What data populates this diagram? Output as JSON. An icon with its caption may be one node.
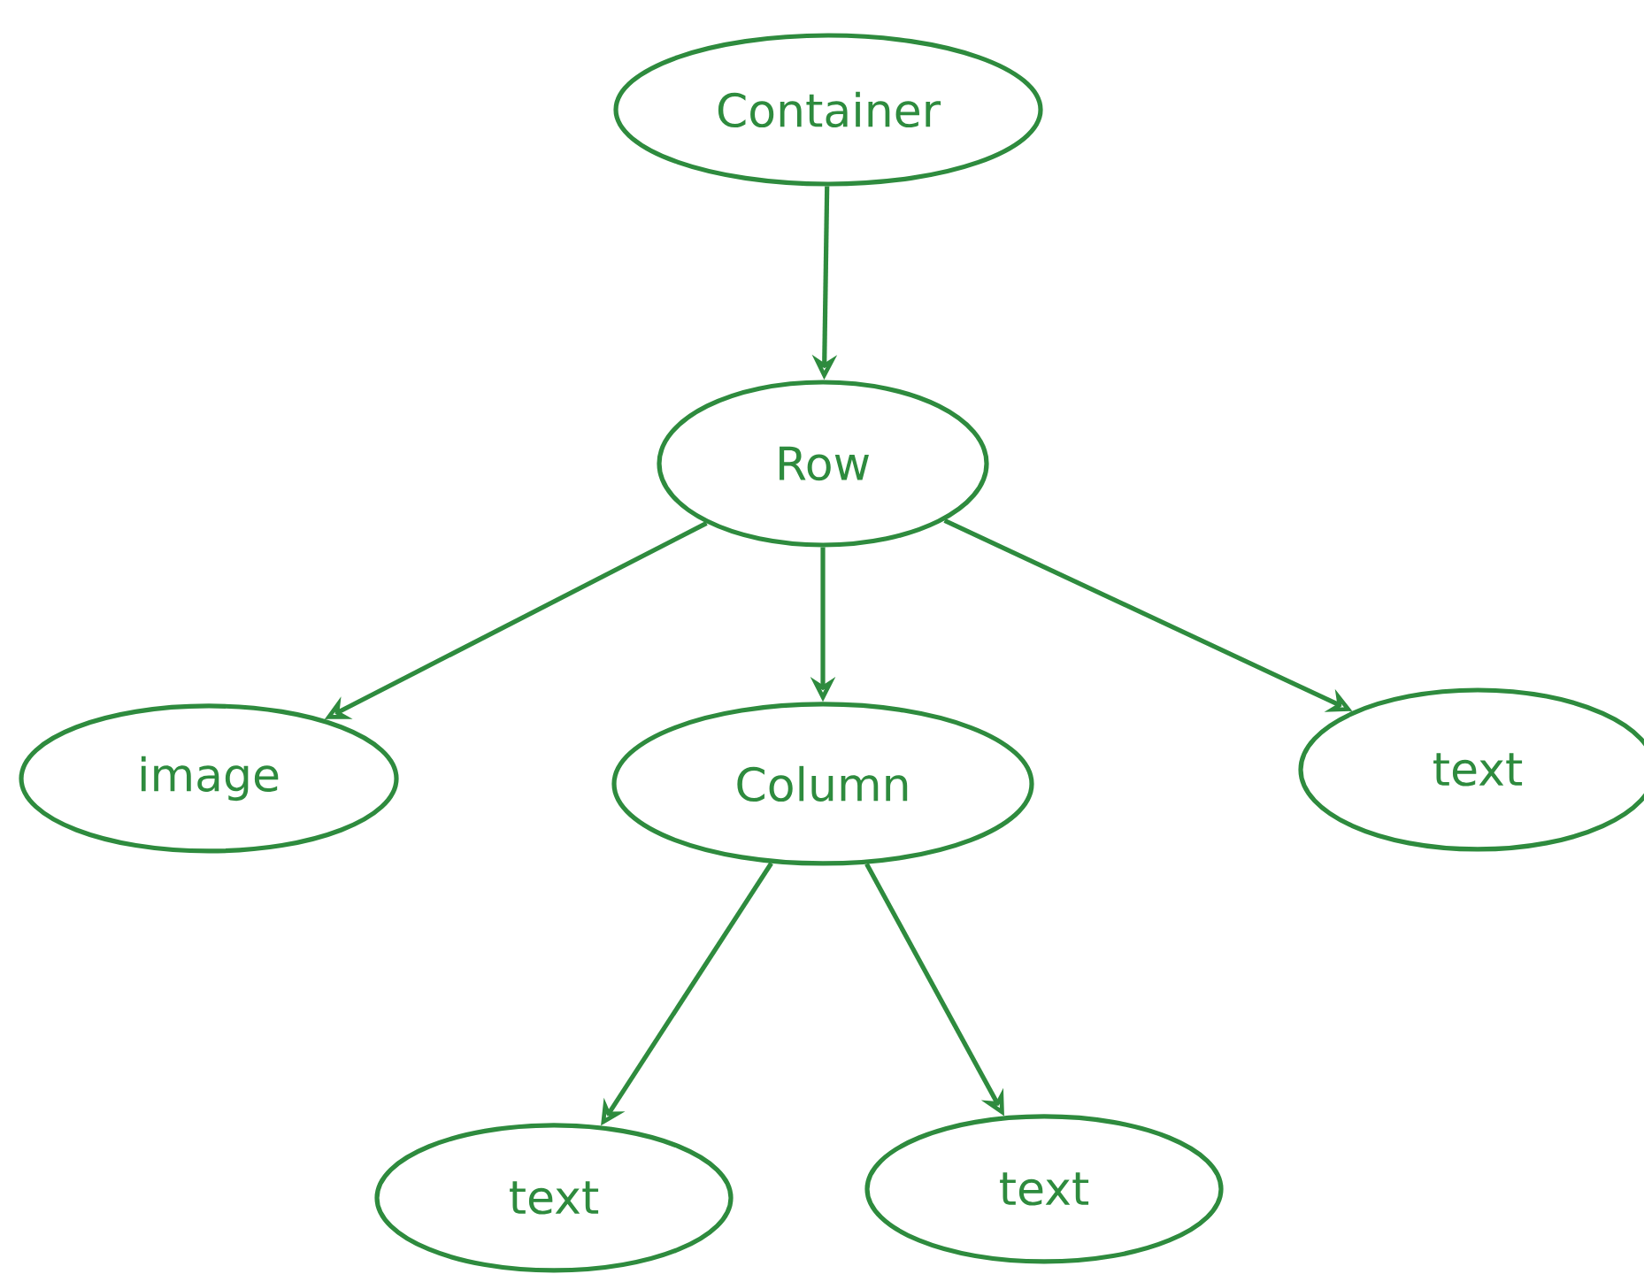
{
  "diagram": {
    "nodes": [
      {
        "text": [
          "Container"
        ]
      },
      {
        "text": [
          "Row"
        ]
      },
      {
        "text": [
          "image"
        ]
      },
      {
        "text": [
          "Column"
        ]
      },
      {
        "text": [
          "text"
        ]
      },
      {
        "text": [
          "text"
        ]
      },
      {
        "text": [
          "text"
        ]
      }
    ],
    "edges": [
      {
        "from": 0,
        "to": 1,
        "arrow": "to"
      },
      {
        "from": 1,
        "to": 2,
        "arrow": "to"
      },
      {
        "from": 1,
        "to": 3,
        "arrow": "to"
      },
      {
        "from": 1,
        "to": 4,
        "arrow": "to"
      },
      {
        "from": 3,
        "to": 5,
        "arrow": "to"
      },
      {
        "from": 3,
        "to": 6,
        "arrow": "to"
      }
    ]
  }
}
